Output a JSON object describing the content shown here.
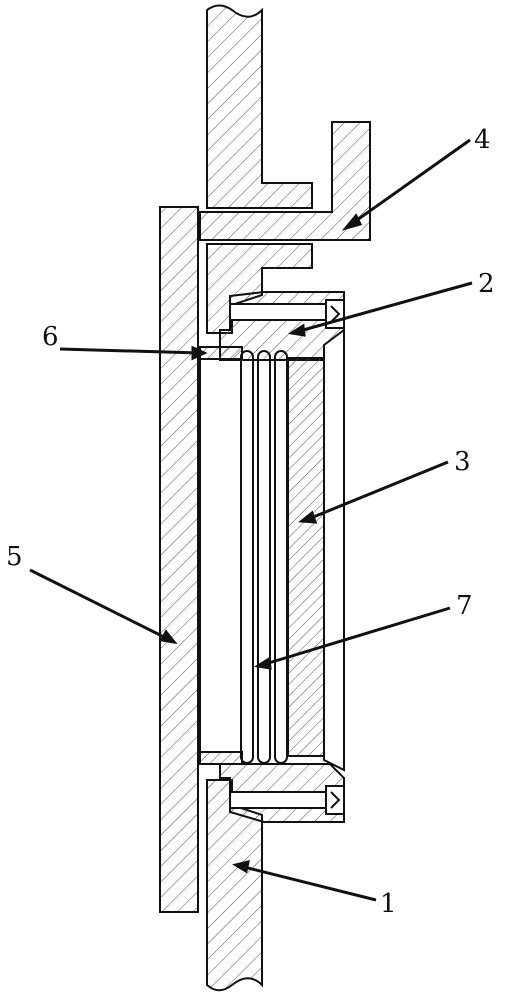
{
  "diagram": {
    "callouts": [
      {
        "id": "1",
        "text": "1"
      },
      {
        "id": "2",
        "text": "2"
      },
      {
        "id": "3",
        "text": "3"
      },
      {
        "id": "4",
        "text": "4"
      },
      {
        "id": "5",
        "text": "5"
      },
      {
        "id": "6",
        "text": "6"
      },
      {
        "id": "7",
        "text": "7"
      }
    ],
    "colors": {
      "line": "#111111",
      "hatch": "#555555",
      "background": "#ffffff"
    }
  }
}
